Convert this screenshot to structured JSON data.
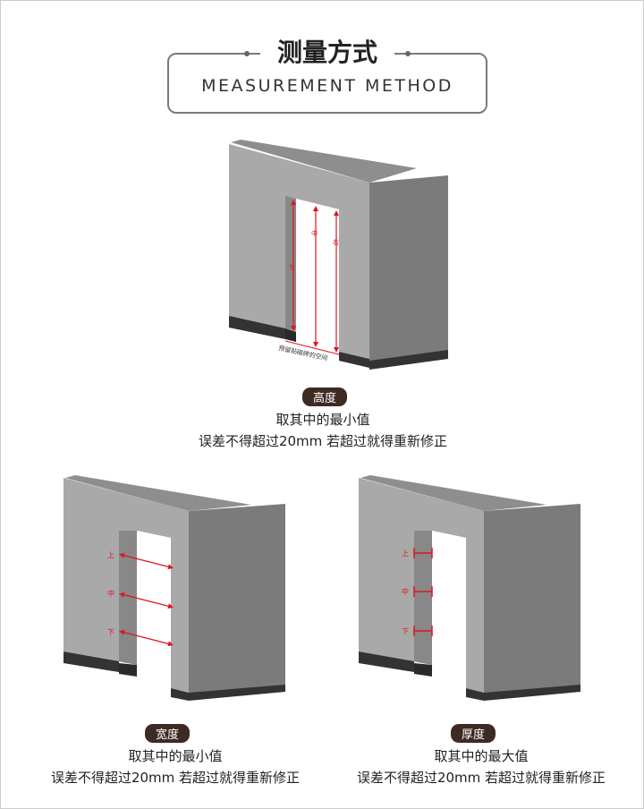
{
  "header": {
    "title_cn": "测量方式",
    "title_en": "MEASUREMENT METHOD"
  },
  "height": {
    "badge": "高度",
    "line1": "取其中的最小值",
    "line2": "误差不得超过20mm 若超过就得重新修正",
    "labels": {
      "left": "左",
      "middle": "中",
      "right": "右",
      "space": "预留贴磁砖的空间"
    }
  },
  "width": {
    "badge": "宽度",
    "line1": "取其中的最小值",
    "line2": "误差不得超过20mm 若超过就得重新修正",
    "labels": {
      "top": "上",
      "middle": "中",
      "bottom": "下"
    }
  },
  "thickness": {
    "badge": "厚度",
    "line1": "取其中的最大值",
    "line2": "误差不得超过20mm 若超过就得重新修正",
    "labels": {
      "top": "上",
      "middle": "中",
      "bottom": "下"
    }
  },
  "colors": {
    "front": "#a9a9a9",
    "side": "#7b7b7b",
    "top": "#8e8e8e",
    "base": "#333333",
    "marker": "#e0141e",
    "badge": "#3d2a22"
  }
}
